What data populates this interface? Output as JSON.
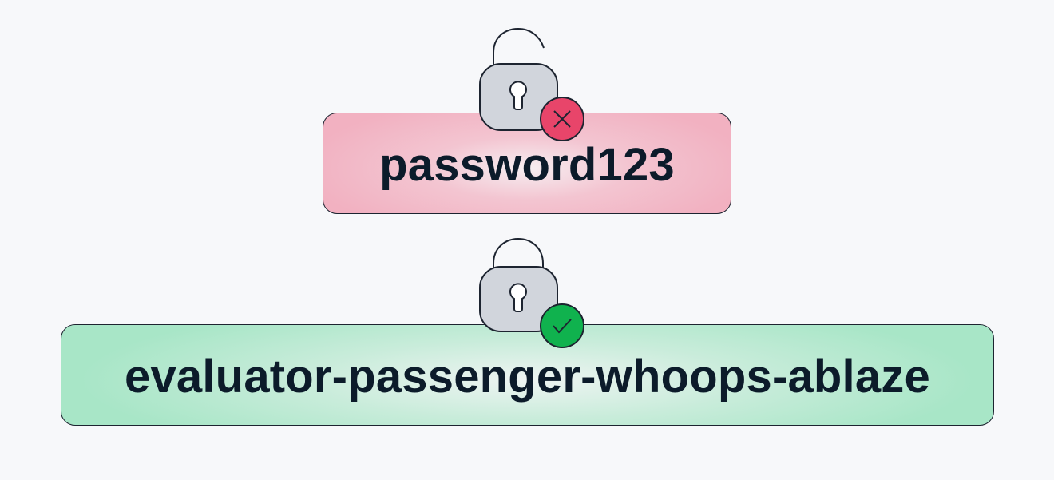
{
  "weak_password": {
    "text": "password123",
    "status": "unlocked",
    "badge": "x-mark",
    "badge_color": "#e8456a",
    "box_color": "#f2b1c1"
  },
  "strong_password": {
    "text": "evaluator-passenger-whoops-ablaze",
    "status": "locked",
    "badge": "check-mark",
    "badge_color": "#10b24e",
    "box_color": "#a8e6c7"
  },
  "colors": {
    "background": "#f7f8fa",
    "lock_body": "#d1d5dc",
    "outline": "#1d2430",
    "text": "#0c1b2a"
  }
}
